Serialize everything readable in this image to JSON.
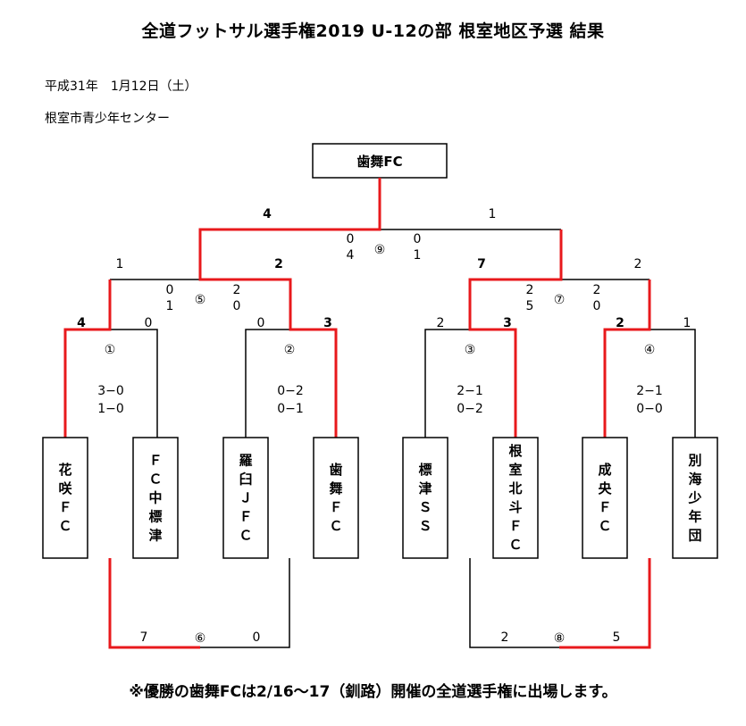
{
  "title": "全道フットサル選手権2019 U-12の部 根室地区予選 結果",
  "date": "平成31年　1月12日（土）",
  "venue": "根室市青少年センター",
  "champion": "歯舞FC",
  "note": "※優勝の歯舞FCは2/16～17（釧路）開催の全道選手権に出場します。",
  "colors": {
    "win_line": "#e8191c",
    "line": "#000000"
  },
  "teams": [
    [
      "花",
      "咲",
      "Ｆ",
      "Ｃ"
    ],
    [
      "Ｆ",
      "Ｃ",
      "中",
      "標",
      "津"
    ],
    [
      "羅",
      "臼",
      "Ｊ",
      "Ｆ",
      "Ｃ"
    ],
    [
      "歯",
      "舞",
      "Ｆ",
      "Ｃ"
    ],
    [
      "標",
      "津",
      "Ｓ",
      "Ｓ"
    ],
    [
      "根",
      "室",
      "北",
      "斗",
      "Ｆ",
      "Ｃ"
    ],
    [
      "成",
      "央",
      "Ｆ",
      "Ｃ"
    ],
    [
      "別",
      "海",
      "少",
      "年",
      "団"
    ]
  ],
  "matches": [
    {
      "no": "①",
      "left_score": "4",
      "right_score": "0",
      "halves": [
        "3−0",
        "1−0"
      ]
    },
    {
      "no": "②",
      "left_score": "0",
      "right_score": "3",
      "halves": [
        "0−2",
        "0−1"
      ]
    },
    {
      "no": "③",
      "left_score": "2",
      "right_score": "3",
      "halves": [
        "2−1",
        "0−2"
      ]
    },
    {
      "no": "④",
      "left_score": "2",
      "right_score": "1",
      "halves": [
        "2−1",
        "0−0"
      ]
    },
    {
      "no": "⑤",
      "left_score": "1",
      "right_score": "2",
      "halves_left": [
        "0",
        "1"
      ],
      "halves_right": [
        "2",
        "0"
      ]
    },
    {
      "no": "⑦",
      "left_score": "7",
      "right_score": "2",
      "halves_left": [
        "2",
        "5"
      ],
      "halves_right": [
        "2",
        "0"
      ]
    },
    {
      "no": "⑨",
      "left_score": "4",
      "right_score": "1",
      "halves_left": [
        "0",
        "4"
      ],
      "halves_right": [
        "0",
        "1"
      ]
    },
    {
      "no": "⑥",
      "left_score": "7",
      "right_score": "0"
    },
    {
      "no": "⑧",
      "left_score": "2",
      "right_score": "5"
    }
  ]
}
